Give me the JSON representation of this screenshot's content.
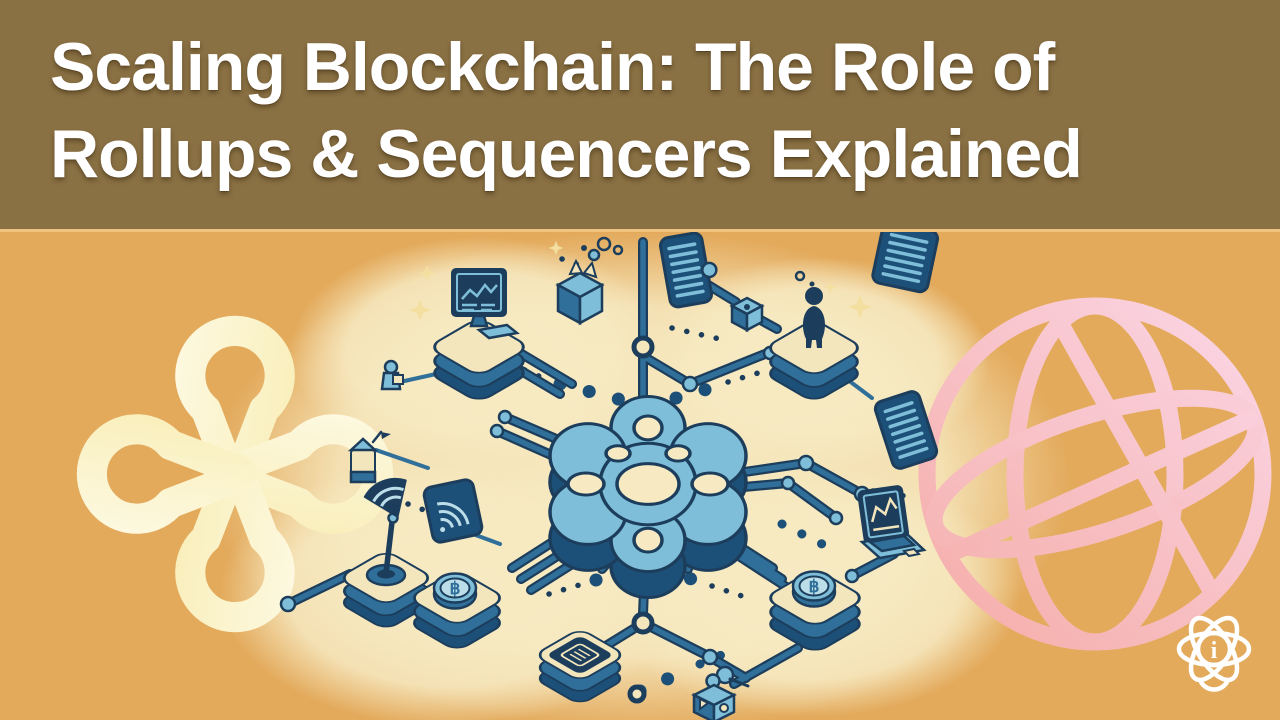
{
  "banner": {
    "title_line1": "Scaling Blockchain: The Role of",
    "title_line2": "Rollups & Sequencers Explained"
  },
  "illustration": {
    "coin_symbol": "฿",
    "style": "isometric blockchain network illustration on gold background",
    "elements": [
      {
        "name": "knot-motif",
        "desc": "pale yellow endless-knot symbol, left side"
      },
      {
        "name": "globe-motif",
        "desc": "pink wireframe sphere, right side"
      },
      {
        "name": "central-hub",
        "desc": "light blue molecule-like rollup hub with ring holes"
      },
      {
        "name": "monitor-node",
        "desc": "desktop monitor with line chart on isometric platform"
      },
      {
        "name": "person-node",
        "desc": "dark figure standing on isometric platform"
      },
      {
        "name": "antenna-node",
        "desc": "signal antenna dish on isometric platform"
      },
      {
        "name": "bitcoin-node-left",
        "desc": "isometric platform with bitcoin coin"
      },
      {
        "name": "bitcoin-node-right",
        "desc": "isometric platform with bitcoin coin"
      },
      {
        "name": "chip-node",
        "desc": "isometric platform with processor chip"
      },
      {
        "name": "laptop-node",
        "desc": "laptop with chart screen"
      },
      {
        "name": "data-panel-top",
        "desc": "striped data panel, top center"
      },
      {
        "name": "data-panel-top-right",
        "desc": "striped data panel, top right"
      },
      {
        "name": "data-panel-right",
        "desc": "striped scroll panel, right side"
      },
      {
        "name": "signal-panel",
        "desc": "card with wifi arcs near antenna"
      },
      {
        "name": "package-node",
        "desc": "open package cube with floating dots"
      },
      {
        "name": "carton-figure",
        "desc": "small carton mascot with flag"
      },
      {
        "name": "worker-figure",
        "desc": "tiny figure carrying a box"
      },
      {
        "name": "builder-figure",
        "desc": "figure assembling a cut-out cube block"
      },
      {
        "name": "connector-cube",
        "desc": "small junction cube on rod"
      },
      {
        "name": "dotted-trails",
        "desc": "dotted connection trails radiating from hub"
      },
      {
        "name": "ball-joint-rods",
        "desc": "blue rods with ball joints linking nodes"
      }
    ]
  },
  "logo": {
    "name": "atom-info-logo",
    "glyph": "i"
  },
  "colors": {
    "banner_bg": "#8A7144",
    "title_text": "#FFFFFF",
    "banner_edge": "#EFC27D",
    "bg_gold": "#E3AA5C",
    "glow_cream": "#F7EAC2",
    "ink": "#1C3E5C",
    "blue_light": "#7FBED8",
    "blue_mid": "#2F6F99",
    "blue_deep": "#1D5078",
    "platform_cream": "#F3E5BC",
    "coin_inner": "#BCDEE9",
    "knot_light": "#FFFEF4",
    "knot_yellow": "#F6E79E",
    "pink_light": "#FAD2E0",
    "pink_deep": "#F5ADA8",
    "sparkle": "#F3DFA0",
    "logo_white": "#FFFFFF"
  }
}
